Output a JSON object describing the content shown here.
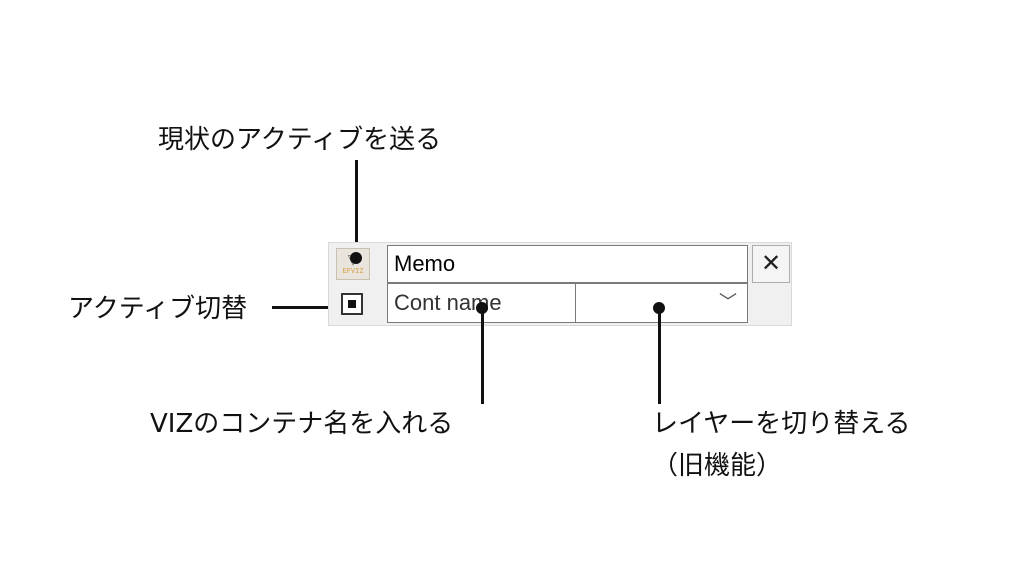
{
  "callouts": {
    "send_active": "現状のアクティブを送る",
    "toggle_active": "アクティブ切替",
    "viz_container": "VIZのコンテナ名を入れる",
    "switch_layer_line1": "レイヤーを切り替える",
    "switch_layer_line2": "（旧機能）"
  },
  "widget": {
    "memo_value": "Memo",
    "container_value": "Cont name",
    "layer_value": "",
    "close_label": "✕",
    "send_button_tag": "EFVIZ",
    "send_icon": "triangle-down-icon",
    "chevron_icon": "chevron-down-icon",
    "active_checked": true
  }
}
